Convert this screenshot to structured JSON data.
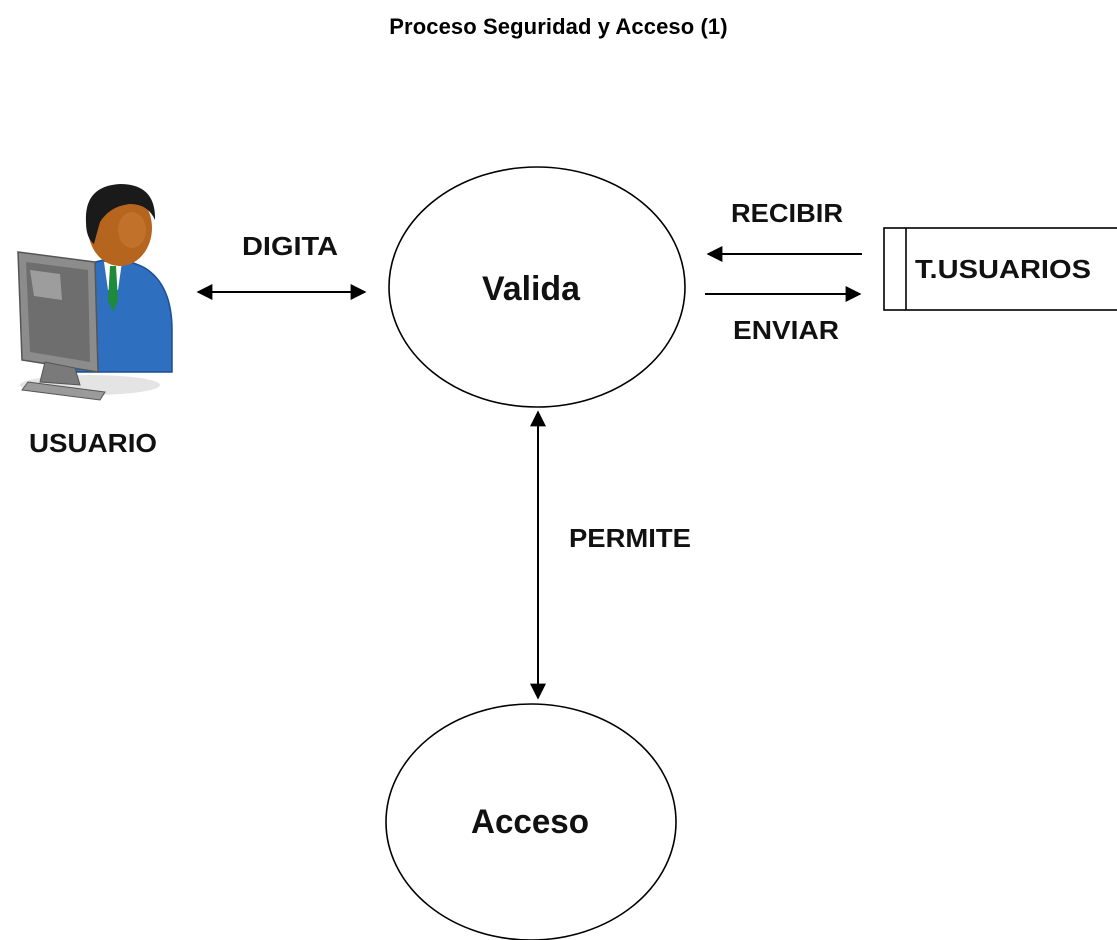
{
  "diagram": {
    "title": "Proceso Seguridad y Acceso (1)",
    "actor": {
      "label": "USUARIO",
      "icon": "user-computer-icon"
    },
    "processes": {
      "valida": "Valida",
      "acceso": "Acceso"
    },
    "datastore": {
      "label": "T.USUARIOS"
    },
    "flows": {
      "digita": "DIGITA",
      "recibir": "RECIBIR",
      "enviar": "ENVIAR",
      "permite": "PERMITE"
    },
    "colors": {
      "line": "#000000",
      "suit": "#2f6fbf",
      "skin": "#b5651d",
      "hair": "#1a1a1a",
      "monitor": "#8c8c8c"
    }
  }
}
